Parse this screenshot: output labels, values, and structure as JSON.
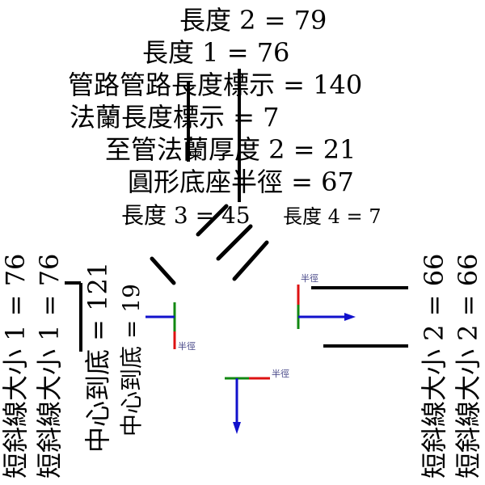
{
  "dimensions": {
    "length2": "長度 2 = 79",
    "length1": "長度 1 = 76",
    "pipe_length_label": "管路管路長度標示 = 140",
    "flange_length": "法蘭長度標示 = 7",
    "flange_thickness2": "至管法蘭厚度 2 = 21",
    "base_radius": "圓形底座半徑 = 67",
    "length3": "長度 3 = 45",
    "length4": "長度 4 = 7",
    "short_slash1_ghost": "短斜線大小 1 = 76",
    "short_slash1": "短斜線大小 1 = 76",
    "center_to_bottom": "中心到底 = 121",
    "center_to_bottom_ghost": "中心到底 = 19",
    "short_slash2_ghost": "短斜線大小 2 = 66",
    "short_slash2": "短斜線大小 2 = 66"
  },
  "axis_labels": {
    "left": "半徑",
    "right": "半徑",
    "bottom": "半徑"
  },
  "colors": {
    "x_axis": "#dd1111",
    "y_axis": "#118811",
    "z_axis": "#1111cc"
  }
}
